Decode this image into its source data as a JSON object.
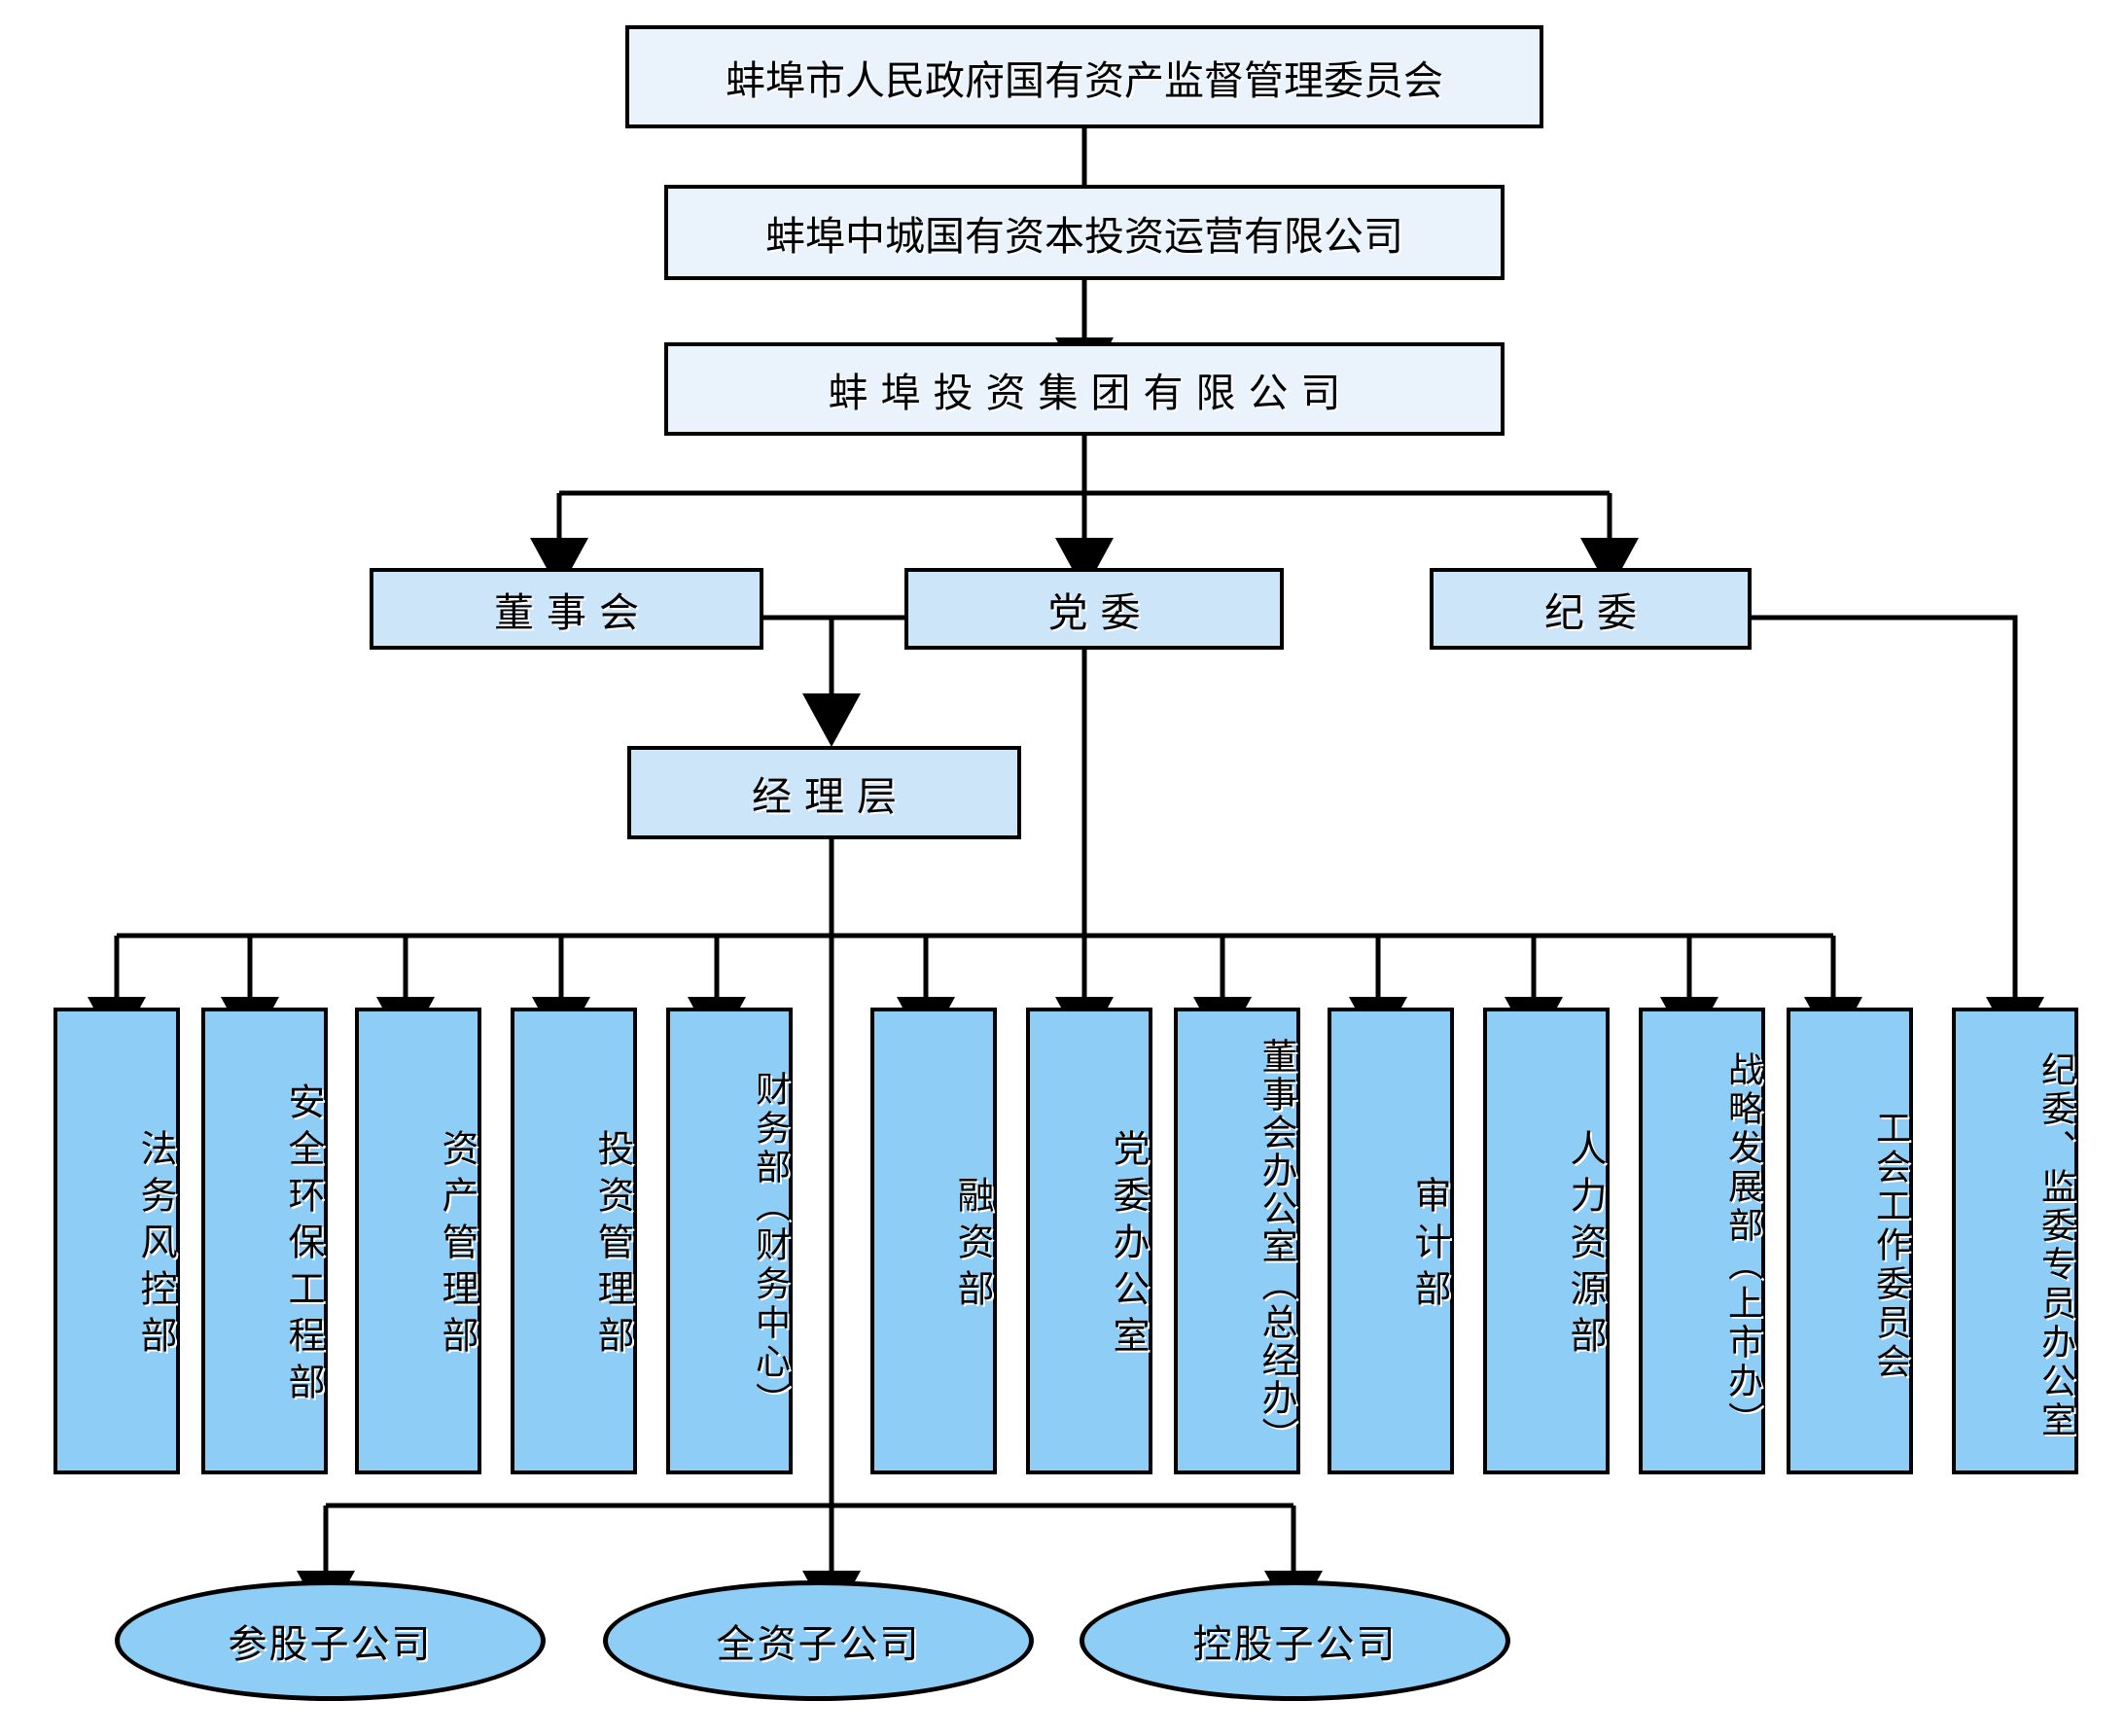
{
  "diagram": {
    "title": "蚌埠投资集团有限公司组织架构图",
    "type": "org-chart",
    "colors": {
      "level1_fill": "#eaf3fb",
      "level2_fill": "#cce5f9",
      "department_fill": "#8ecdf5",
      "subsidiary_fill": "#8ecdf5",
      "border": "#000000",
      "connector": "#000000",
      "background": "#ffffff"
    }
  },
  "level1": {
    "supervisor": "蚌埠市人民政府国有资产监督管理委员会",
    "holding": "蚌埠中城国有资本投资运营有限公司",
    "group": "蚌埠投资集团有限公司"
  },
  "governance": [
    {
      "id": "board",
      "label": "董事会"
    },
    {
      "id": "party-committee",
      "label": "党委"
    },
    {
      "id": "discipline-committee",
      "label": "纪委"
    }
  ],
  "management": {
    "label": "经理层"
  },
  "departments": [
    {
      "id": "legal-risk",
      "label": "法务风控部"
    },
    {
      "id": "safety-environment",
      "label": "安全环保工程部"
    },
    {
      "id": "asset-management",
      "label": "资产管理部"
    },
    {
      "id": "investment-management",
      "label": "投资管理部"
    },
    {
      "id": "finance",
      "label": "财务部（财务中心）"
    },
    {
      "id": "financing",
      "label": "融资部"
    },
    {
      "id": "party-office",
      "label": "党委办公室"
    },
    {
      "id": "board-office",
      "label": "董事会办公室（总经办）"
    },
    {
      "id": "audit",
      "label": "审计部"
    },
    {
      "id": "human-resources",
      "label": "人力资源部"
    },
    {
      "id": "strategy-development",
      "label": "战略发展部（上市办）"
    },
    {
      "id": "union-committee",
      "label": "工会工作委员会"
    },
    {
      "id": "discipline-supervision-office",
      "label": "纪委、监委专员办公室"
    }
  ],
  "subsidiaries": [
    {
      "id": "equity-participation",
      "label": "参股子公司"
    },
    {
      "id": "wholly-owned",
      "label": "全资子公司"
    },
    {
      "id": "controlled",
      "label": "控股子公司"
    }
  ]
}
